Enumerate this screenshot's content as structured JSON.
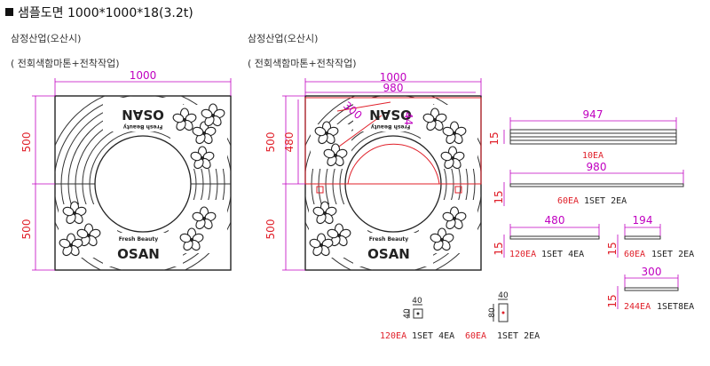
{
  "title": "샘플도면 1000*1000*18(3.2t)",
  "left_drawing": {
    "company": "삼정산업(오산시)",
    "note": "( 전회색함마톤+전착작업)",
    "dims": {
      "width": "1000",
      "top_height": "500",
      "bottom_height": "500"
    },
    "logo_text": "OSAN",
    "logo_sub": "Fresh Beauty"
  },
  "right_drawing": {
    "company": "삼정산업(오산시)",
    "note": "( 전회색함마톤+전착작업)",
    "dims": {
      "width": "1000",
      "inner_width": "980",
      "top_height": "500",
      "inner_height": "480",
      "bottom_height": "500",
      "diagonal": "300",
      "small": "44"
    },
    "logo_text": "OSAN",
    "logo_sub": "Fresh Beauty"
  },
  "parts": [
    {
      "length": "947",
      "height": "15",
      "qty": "10EA",
      "set": ""
    },
    {
      "length": "980",
      "height": "15",
      "qty": "60EA",
      "set": "1SET 2EA"
    },
    {
      "length": "480",
      "height": "15",
      "qty": "120EA",
      "set": "1SET 4EA"
    },
    {
      "length": "194",
      "height": "15",
      "qty": "60EA",
      "set": "1SET 2EA"
    },
    {
      "length": "300",
      "height": "15",
      "qty": "244EA",
      "set": "1SET8EA"
    }
  ],
  "small_parts": [
    {
      "w": "40",
      "h": "40",
      "qty": "120EA",
      "set": "1SET 4EA"
    },
    {
      "w": "40",
      "h": "80",
      "qty": "60EA",
      "set": "1SET 2EA"
    }
  ]
}
